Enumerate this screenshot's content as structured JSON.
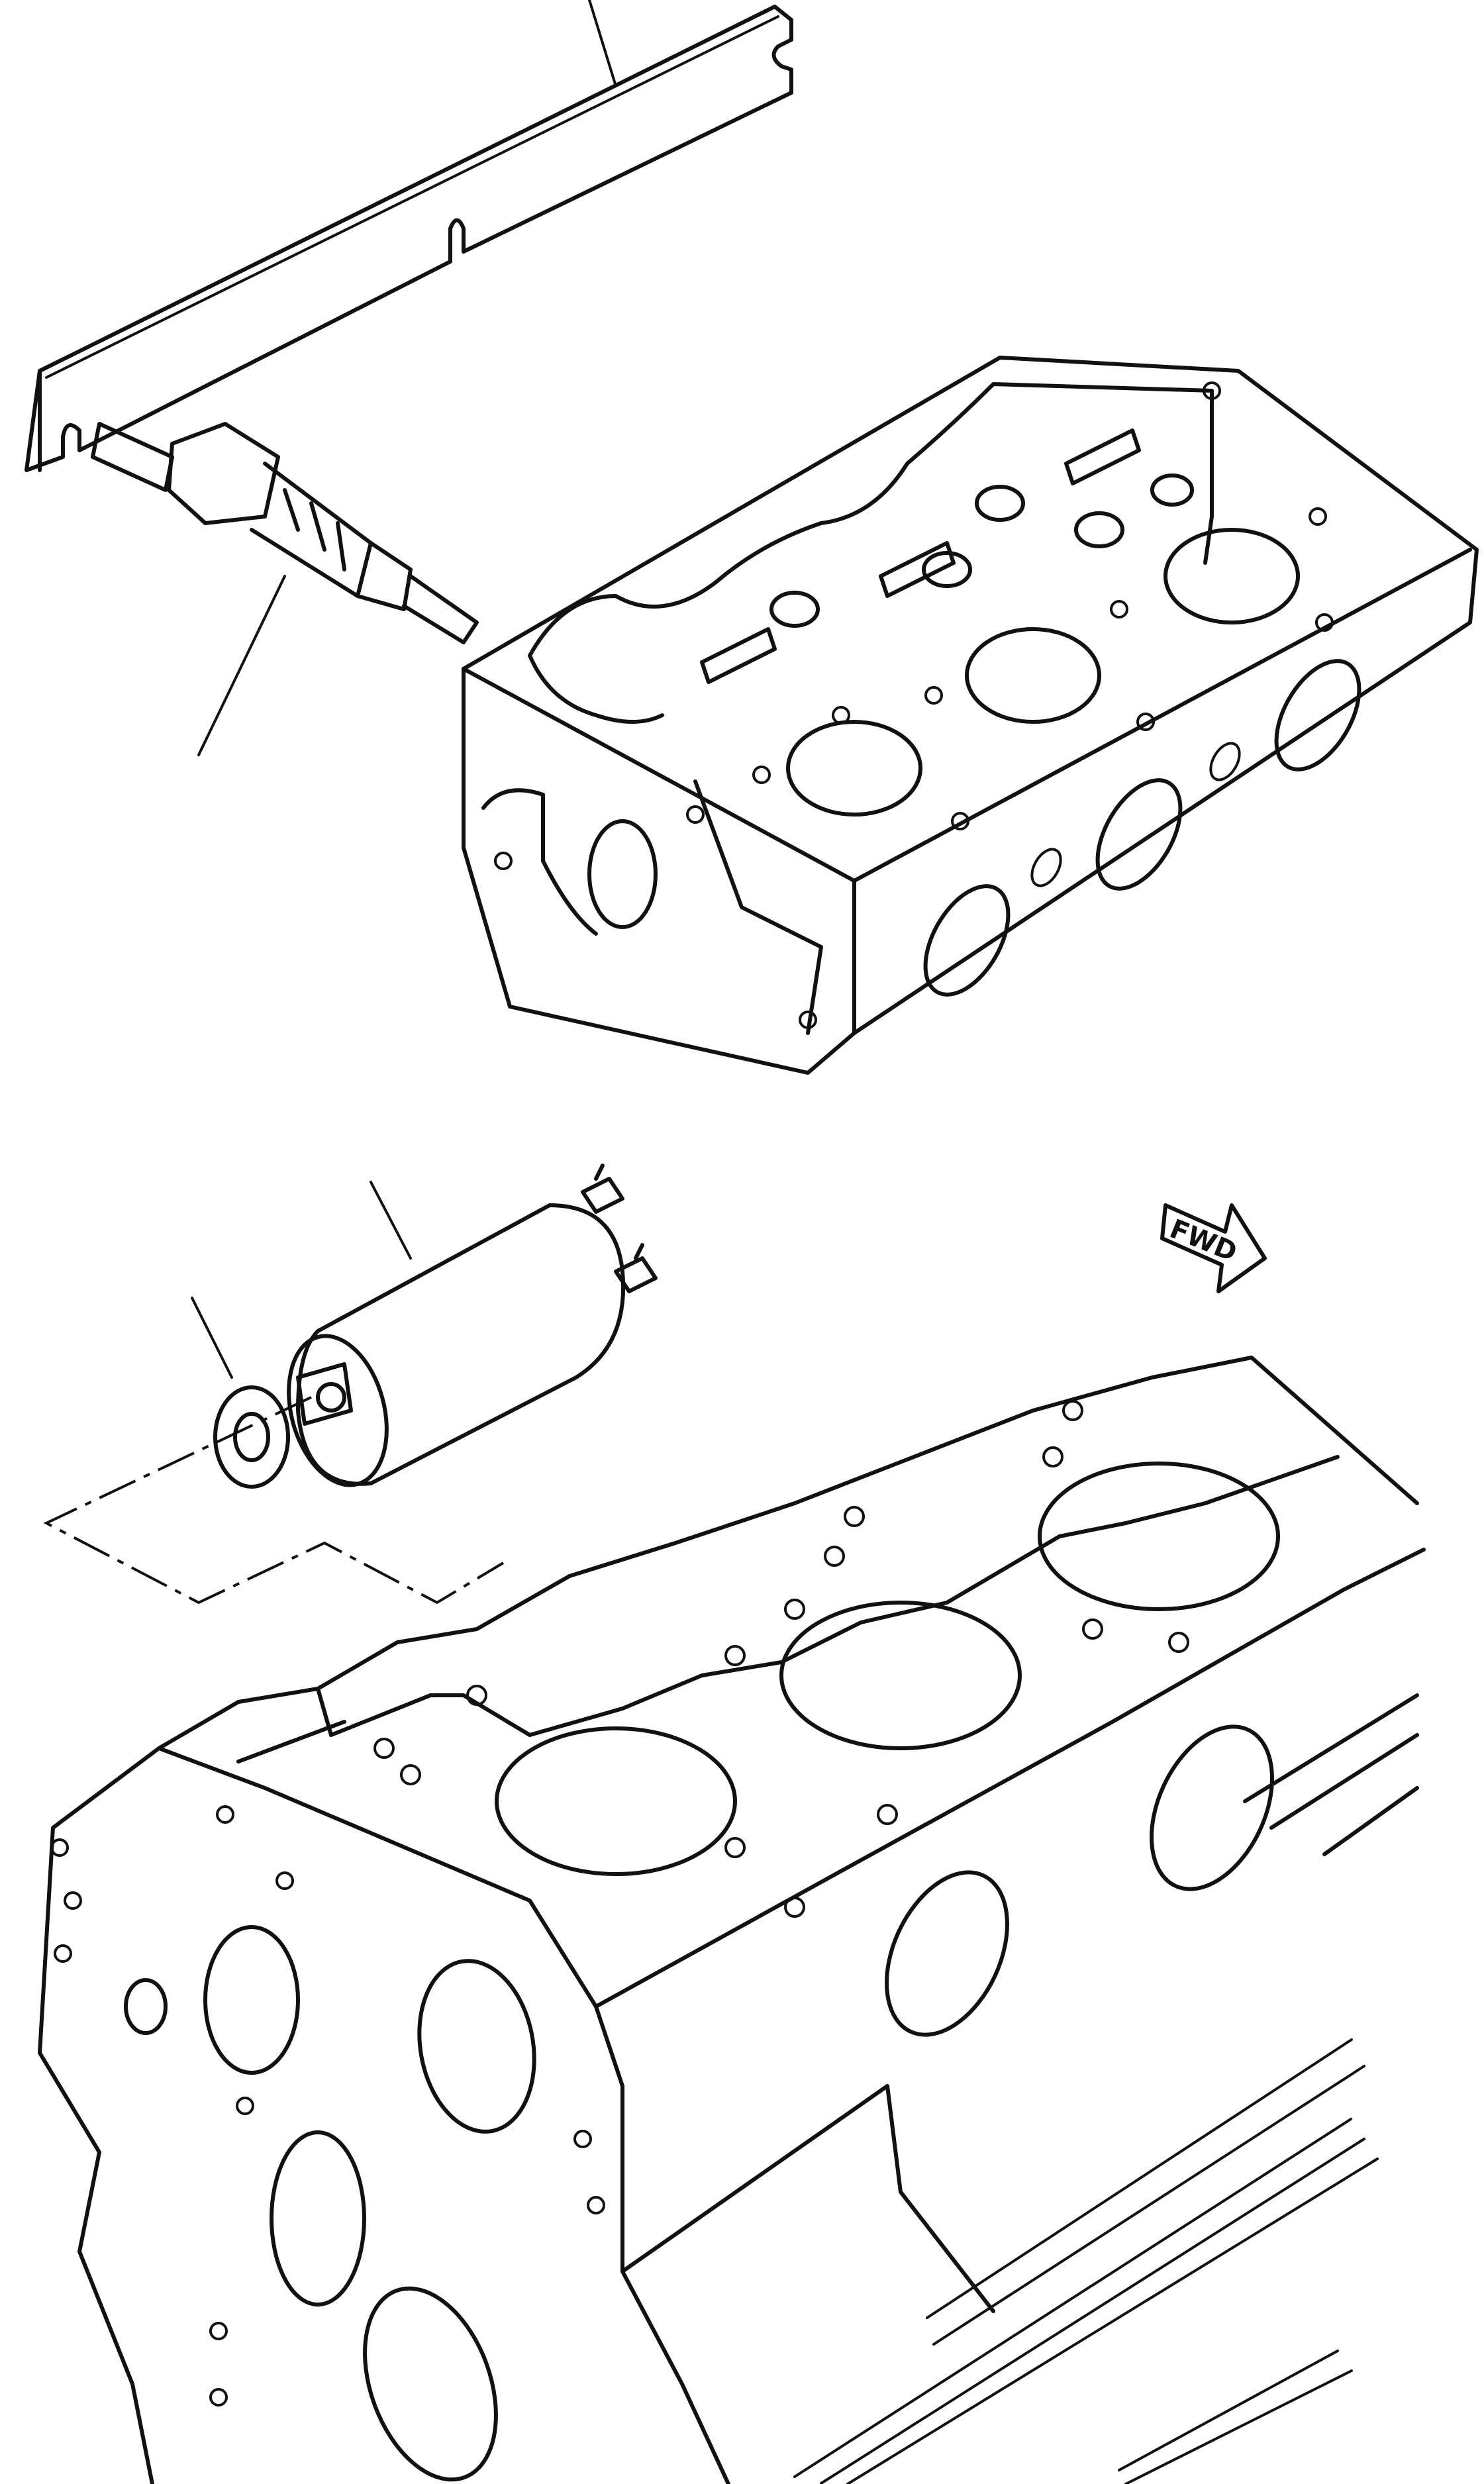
{
  "figure": {
    "direction_label": "FWD",
    "callout_count": 4
  },
  "parts": [
    {
      "name": "injection-pump-linkage-rod"
    },
    {
      "name": "glow-plug"
    },
    {
      "name": "cylinder-head"
    },
    {
      "name": "fuel-stop-solenoid"
    },
    {
      "name": "solenoid-washer"
    },
    {
      "name": "cylinder-block"
    }
  ],
  "colors": {
    "ink": "#111111",
    "paper": "#ffffff"
  }
}
